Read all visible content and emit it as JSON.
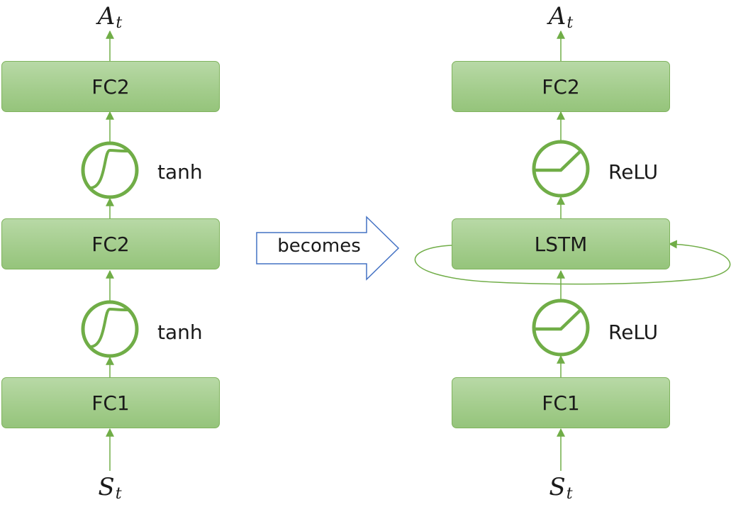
{
  "left_network": {
    "output": {
      "symbol": "A",
      "subscript": "t"
    },
    "input": {
      "symbol": "S",
      "subscript": "t"
    },
    "blocks": [
      "FC2",
      "FC2",
      "FC1"
    ],
    "activations": [
      "tanh",
      "tanh"
    ]
  },
  "right_network": {
    "output": {
      "symbol": "A",
      "subscript": "t"
    },
    "input": {
      "symbol": "S",
      "subscript": "t"
    },
    "blocks": [
      "FC2",
      "LSTM",
      "FC1"
    ],
    "activations": [
      "ReLU",
      "ReLU"
    ]
  },
  "transition": {
    "label": "becomes"
  },
  "colors": {
    "green": "#70ad47",
    "block_border": "#7fb35d",
    "arrow_blue": "#4472c4"
  }
}
